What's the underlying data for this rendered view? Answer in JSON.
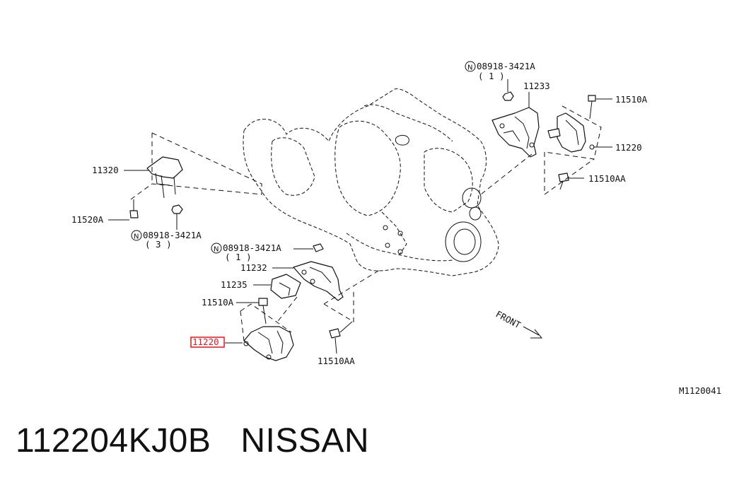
{
  "diagram": {
    "code": "M1120041",
    "direction_label": "FRONT",
    "labels": {
      "nut_top_code": "08918-3421A",
      "nut_top_qty": "( 1 )",
      "bracket_top": "11233",
      "bolt_top": "11510A",
      "insulator_top": "11220",
      "bolt_top_aa": "11510AA",
      "insulator_left": "11320",
      "bolt_left": "11520A",
      "nut_left_code": "08918-3421A",
      "nut_left_qty": "( 3 )",
      "nut_mid_code": "08918-3421A",
      "nut_mid_qty": "( 1 )",
      "bracket_mid": "11232",
      "part_11235": "11235",
      "bolt_mid": "11510A",
      "insulator_highlighted": "11220",
      "bolt_mid_aa": "11510AA"
    },
    "highlight_color": "#e8141c"
  },
  "footer": {
    "part_number": "112204KJ0B",
    "brand": "NISSAN"
  }
}
